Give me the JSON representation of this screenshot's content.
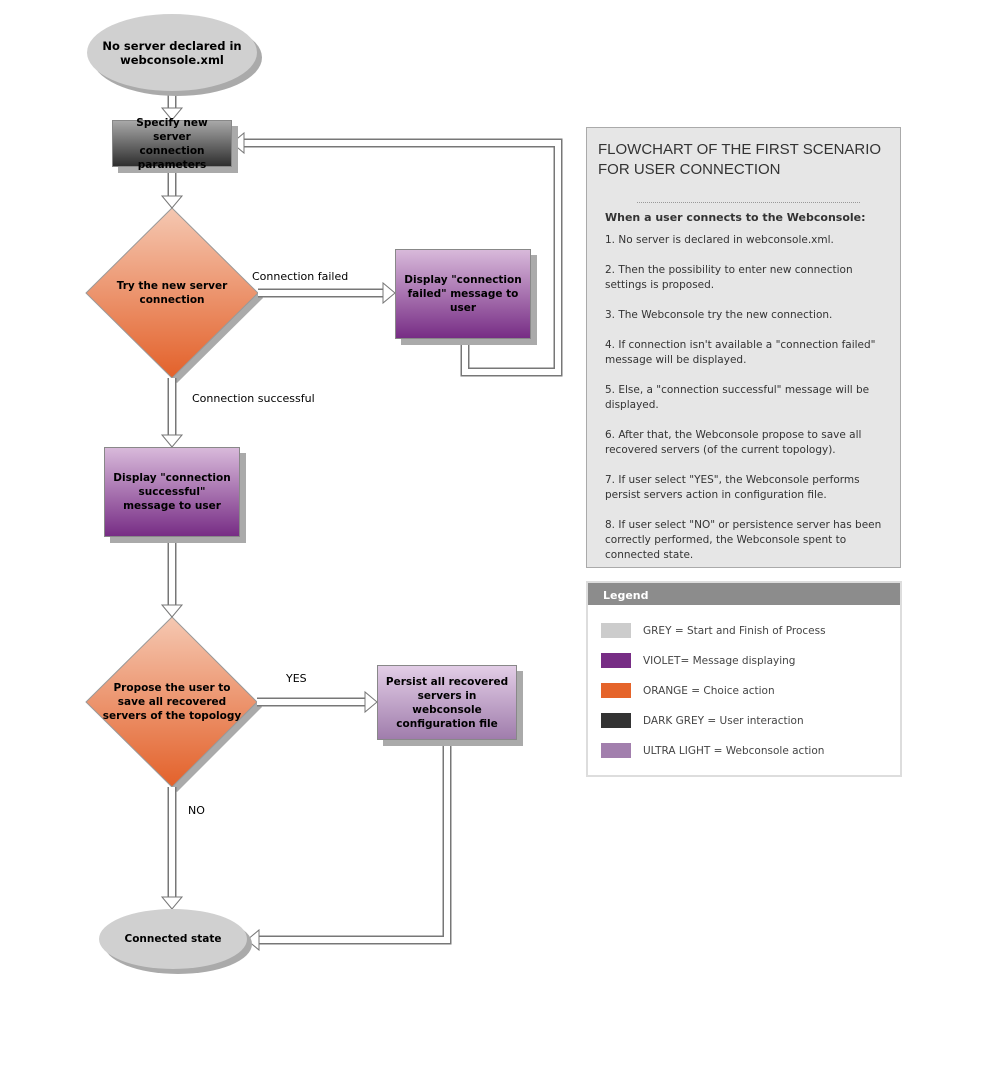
{
  "flow": {
    "start": "No server declared in webconsole.xml",
    "specify": "Specify new server connection parameters",
    "try": "Try the new server connection",
    "failed_msg": "Display \"connection failed\" message to user",
    "failed_label": "Connection failed",
    "success_label": "Connection successful",
    "success_msg": "Display \"connection successful\" message to user",
    "propose": "Propose the user to save all recovered servers of the topology",
    "yes_label": "YES",
    "persist": "Persist all recovered servers in webconsole configuration file",
    "no_label": "NO",
    "end": "Connected state"
  },
  "info": {
    "title": "FLOWCHART OF THE FIRST SCENARIO FOR USER CONNECTION",
    "intro": "When a user connects to the Webconsole:",
    "steps": [
      "1. No server is declared in webconsole.xml.",
      "2. Then the possibility to enter new connection settings is proposed.",
      "3. The Webconsole try the new connection.",
      "4. If connection isn't available a \"connection failed\" message will be displayed.",
      "5. Else, a \"connection successful\" message will be displayed.",
      "6. After that, the Webconsole propose to save all recovered servers (of the current topology).",
      "7. If user select \"YES\", the Webconsole performs persist servers action in configuration file.",
      "8. If user select \"NO\" or persistence server has been correctly performed, the Webconsole spent to connected state."
    ]
  },
  "legend": {
    "title": "Legend",
    "items": [
      {
        "label": "GREY = Start and Finish of Process",
        "color": "#cccccc"
      },
      {
        "label": "VIOLET= Message displaying",
        "color": "#772d85"
      },
      {
        "label": "ORANGE = Choice action",
        "color": "#e5642a"
      },
      {
        "label": "DARK GREY = User interaction",
        "color": "#333333"
      },
      {
        "label": "ULTRA LIGHT = Webconsole action",
        "color": "#a27fad"
      }
    ]
  }
}
